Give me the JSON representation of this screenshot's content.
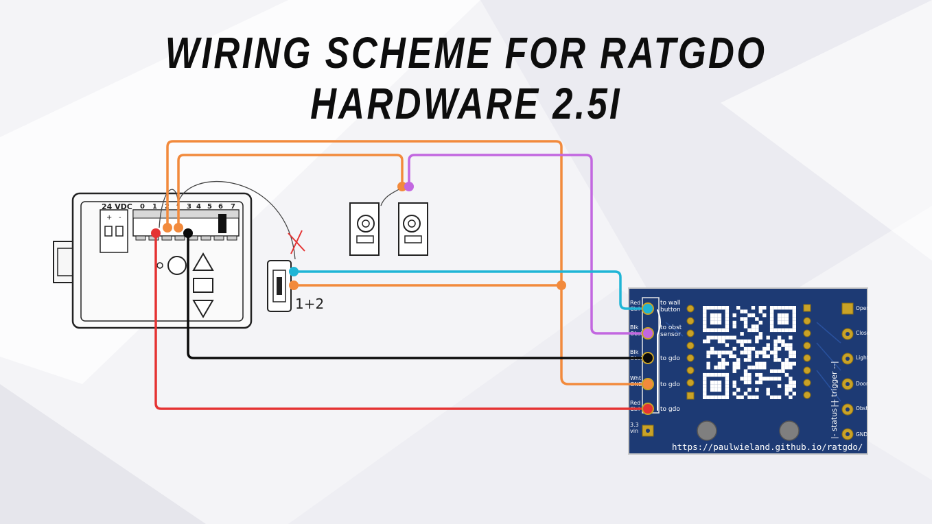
{
  "title": "WIRING SCHEME FOR RATGDO HARDWARE 2.5I",
  "controller": {
    "voltage_label": "24 VDC",
    "polarity_plus": "+",
    "polarity_minus": "-",
    "terminals": [
      "0",
      "1",
      "2",
      "3",
      "4",
      "5",
      "6",
      "7"
    ]
  },
  "wall_button": {
    "label": "1+2"
  },
  "board": {
    "url": "https://paulwieland.github.io/ratgdo/",
    "left_pads": [
      {
        "pins": "Red\nCtrl",
        "desc": "to wall\nbutton"
      },
      {
        "pins": "Blk\nObst",
        "desc": "to obst\nsensor"
      },
      {
        "pins": "Blk\nObst",
        "desc": "to gdo"
      },
      {
        "pins": "Wht\nGND",
        "desc": "to gdo"
      },
      {
        "pins": "Red\nCtrl",
        "desc": "to gdo"
      },
      {
        "pins": "3.3\nvin",
        "desc": ""
      }
    ],
    "right_pads": [
      "Open",
      "Close",
      "Light",
      "Door",
      "Obst",
      "GND"
    ],
    "group_trigger": "|-- trigger --|",
    "group_status": "|- status -|"
  },
  "colors": {
    "orange": "#f28a3c",
    "purple": "#c267e0",
    "cyan": "#1fb5d6",
    "black": "#0a0a0a",
    "red": "#e53333",
    "pcb": "#1d3a74",
    "gold": "#c9a227"
  },
  "icons": [
    "red-x-icon",
    "arrow-up-icon",
    "stop-icon",
    "arrow-down-icon",
    "qr-code-icon"
  ]
}
